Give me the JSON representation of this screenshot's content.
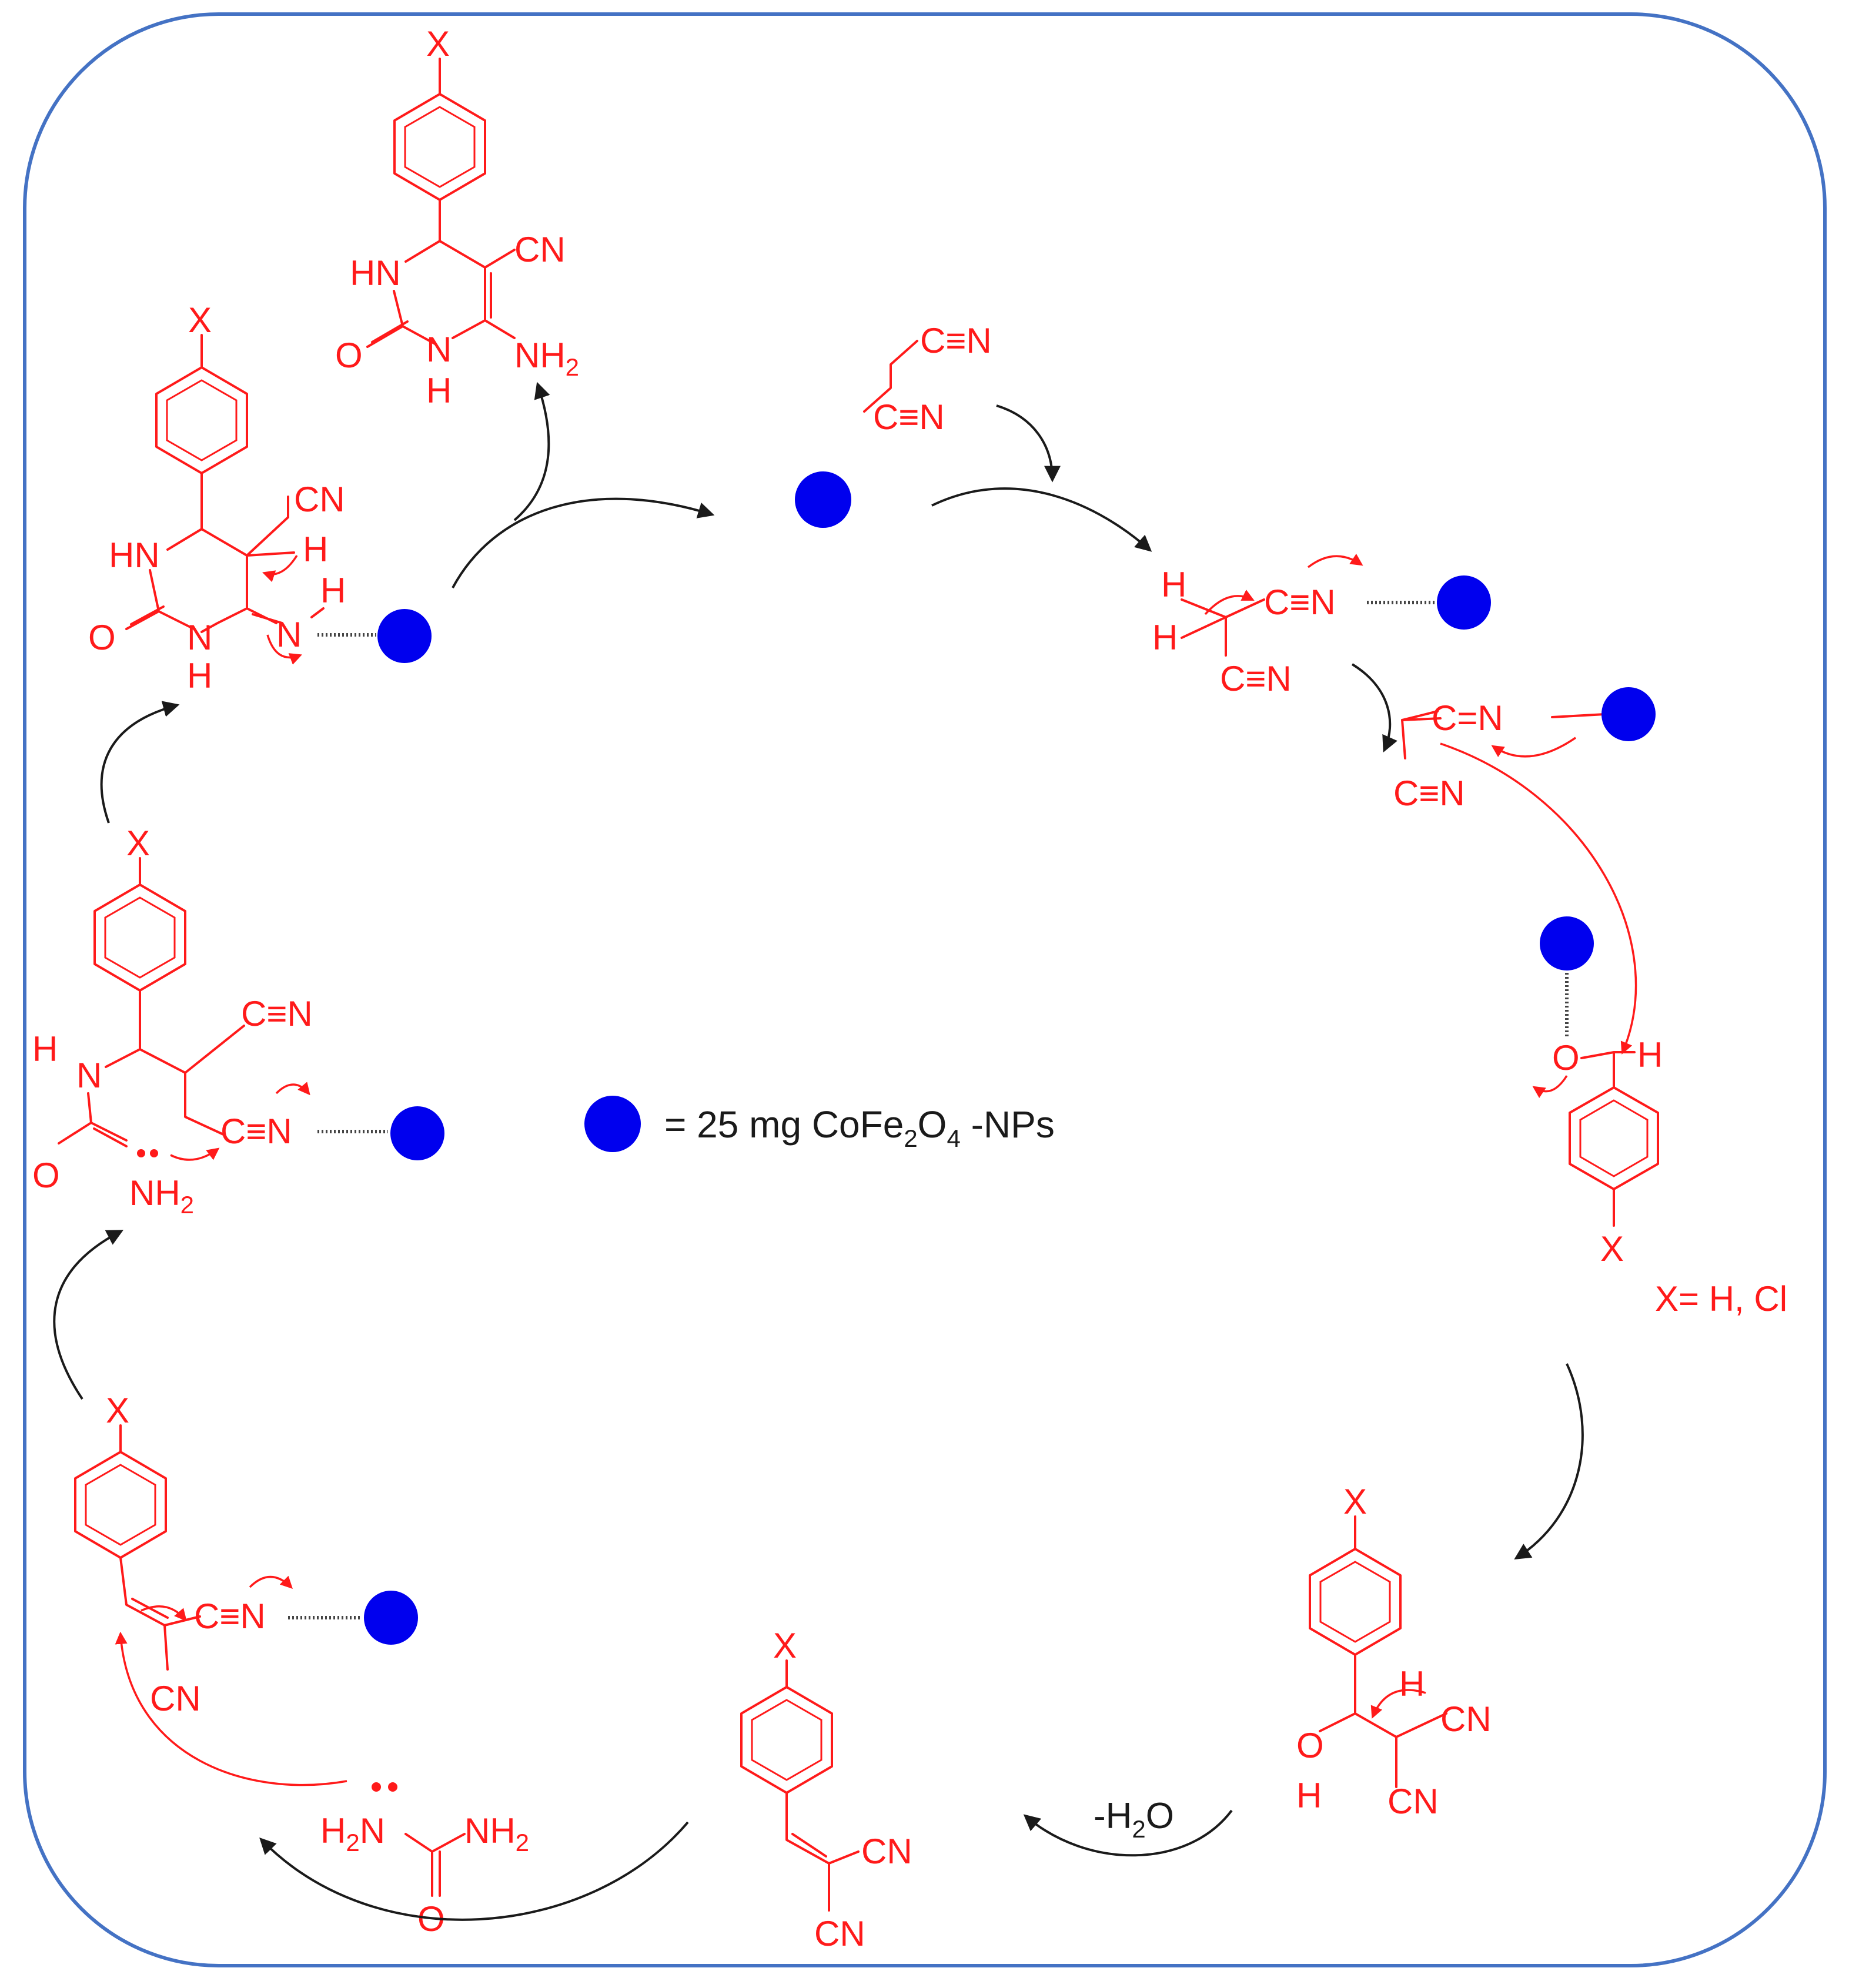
{
  "colors": {
    "frame": "#4472c4",
    "structure": "#ff1a1a",
    "catalyst": "#0000ee",
    "flow_arrows": "#1a1a1a"
  },
  "legend": {
    "prefix": "= 25 mg CoFe",
    "sub1": "2",
    "mid": "O",
    "sub2": "4",
    "suffix": " -NPs"
  },
  "labels": {
    "substituent": "X",
    "substituent_def": "X= H, Cl",
    "cyano": "CN",
    "cyano_c": "C",
    "triple_n": "≡N",
    "double_n": "=N",
    "h": "H",
    "hn": "HN",
    "nh": "NH",
    "n": "N",
    "o": "O",
    "nh2": "NH",
    "h2n": "H",
    "sub2": "2",
    "water_loss_prefix": "-H",
    "water_loss_sub": "2",
    "water_loss_suffix": "O"
  }
}
